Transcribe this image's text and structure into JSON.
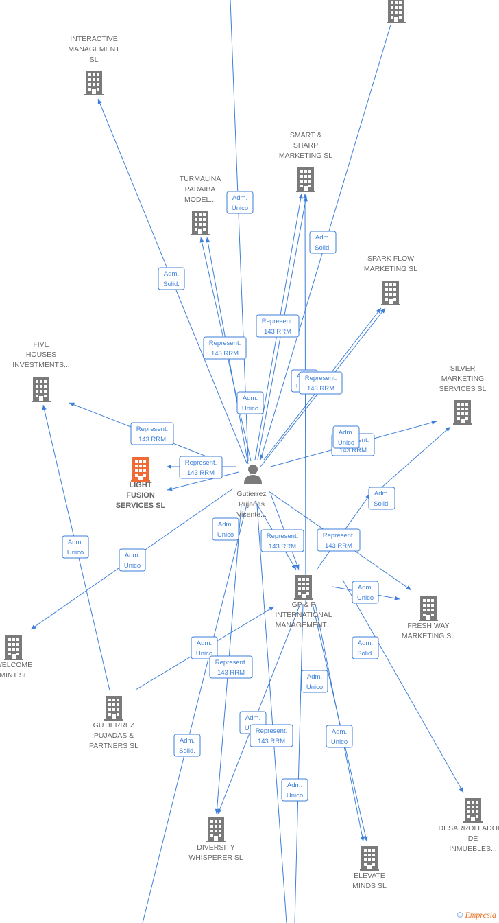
{
  "colors": {
    "edge": "#3d7fd9",
    "company": "#7a7a7a",
    "focus_company": "#f06a35",
    "person": "#7a7a7a",
    "text": "#666666"
  },
  "center_person": {
    "lines": [
      "Gutierrez",
      "Pujadas",
      "Vicente..."
    ],
    "icon": "person-icon"
  },
  "nodes": [
    {
      "id": "interactive",
      "lines": [
        "INTERACTIVE",
        "MANAGEMENT",
        "SL"
      ],
      "icon": "building-icon"
    },
    {
      "id": "top-right",
      "lines": [],
      "icon": "building-icon"
    },
    {
      "id": "smart",
      "lines": [
        "SMART &",
        "SHARP",
        "MARKETING  SL"
      ],
      "icon": "building-icon"
    },
    {
      "id": "turmalina",
      "lines": [
        "TURMALINA",
        "PARAIBA",
        "MODEL..."
      ],
      "icon": "building-icon"
    },
    {
      "id": "spark",
      "lines": [
        "SPARK FLOW",
        "MARKETING  SL"
      ],
      "icon": "building-icon"
    },
    {
      "id": "five",
      "lines": [
        "FIVE",
        "HOUSES",
        "INVESTMENTS..."
      ],
      "icon": "building-icon"
    },
    {
      "id": "silver",
      "lines": [
        "SILVER",
        "MARKETING",
        "SERVICES  SL"
      ],
      "icon": "building-icon"
    },
    {
      "id": "light",
      "lines": [
        "LIGHT",
        "FUSION",
        "SERVICES  SL"
      ],
      "icon": "building-icon",
      "focus": true
    },
    {
      "id": "gpp",
      "lines": [
        "GP & P",
        "INTERNATIONAL",
        "MANAGEMENT..."
      ],
      "icon": "building-icon"
    },
    {
      "id": "freshway",
      "lines": [
        "FRESH WAY",
        "MARKETING  SL"
      ],
      "icon": "building-icon"
    },
    {
      "id": "welcome",
      "lines": [
        "WELCOME",
        "MINT  SL"
      ],
      "icon": "building-icon"
    },
    {
      "id": "gutierrezpp",
      "lines": [
        "GUTIERREZ",
        "PUJADAS &",
        "PARTNERS  SL"
      ],
      "icon": "building-icon"
    },
    {
      "id": "desarrollador",
      "lines": [
        "DESARROLLADORA",
        "DE",
        "INMUEBLES..."
      ],
      "icon": "building-icon"
    },
    {
      "id": "diversity",
      "lines": [
        "DIVERSITY",
        "WHISPERER  SL"
      ],
      "icon": "building-icon"
    },
    {
      "id": "elevate",
      "lines": [
        "ELEVATE",
        "MINDS  SL"
      ],
      "icon": "building-icon"
    }
  ],
  "edge_labels": [
    [
      "Adm.",
      "Unico"
    ],
    [
      "Adm.",
      "Solid."
    ],
    [
      "Adm.",
      "Solid."
    ],
    [
      "Represent.",
      "143 RRM"
    ],
    [
      "Represent.",
      "143 RRM"
    ],
    [
      "Adm.",
      "Unico"
    ],
    [
      "Adm.",
      "Unico"
    ],
    [
      "Represent.",
      "143 RRM"
    ],
    [
      "Represent.",
      "143 RRM"
    ],
    [
      "Represent.",
      "143 RRM"
    ],
    [
      "Represent.",
      "143 RRM"
    ],
    [
      "Adm.",
      "Unico"
    ],
    [
      "Adm.",
      "Solid."
    ],
    [
      "Adm.",
      "Unico"
    ],
    [
      "Represent.",
      "143 RRM"
    ],
    [
      "Adm.",
      "Unico"
    ],
    [
      "Represent.",
      "143 RRM"
    ],
    [
      "Adm.",
      "Unico"
    ],
    [
      "Adm.",
      "Unico"
    ],
    [
      "Adm.",
      "Unico"
    ],
    [
      "Adm.",
      "Solid."
    ],
    [
      "Adm.",
      "Unico"
    ],
    [
      "Represent.",
      "143 RRM"
    ],
    [
      "Adm.",
      "Unico"
    ],
    [
      "Adm.",
      "Unico"
    ],
    [
      "Represent.",
      "143 RRM"
    ],
    [
      "Adm.",
      "Solid."
    ],
    [
      "Adm.",
      "Unico"
    ],
    [
      "Adm.",
      "Unico"
    ]
  ],
  "footer": {
    "copyright": "©",
    "brand": "Empresia"
  }
}
